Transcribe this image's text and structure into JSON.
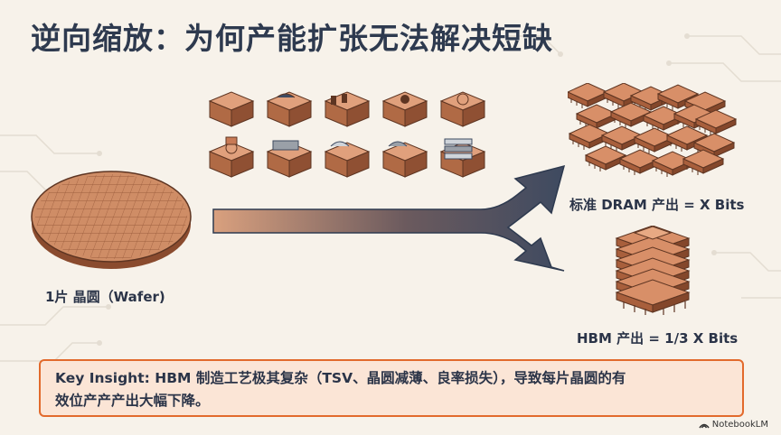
{
  "slide": {
    "title": "逆向缩放：为何产能扩张无法解决短缺",
    "wafer_label": "1片 晶圆（Wafer)",
    "dram_label": "标准 DRAM 产出 = X Bits",
    "hbm_label": "HBM 产出 = 1/3 X Bits",
    "insight_line1": "Key Insight:  HBM 制造工艺极其复杂（TSV、晶圆减薄、良率损失），导致每片晶圆的有",
    "insight_line2": "效位产产产出大幅下降。",
    "brand": "NotebookLM"
  },
  "colors": {
    "title": "#2e3a4f",
    "copper": "#c87a55",
    "copper_dark": "#8a4b2e",
    "arrow": "#3e4a60",
    "insight_border": "#e26a2c",
    "insight_bg": "#fbe5d6"
  },
  "icons": [
    "wafer",
    "process-step-tiles",
    "dram-chip-pile",
    "hbm-chip-stack",
    "split-arrow",
    "notebooklm-logo"
  ]
}
